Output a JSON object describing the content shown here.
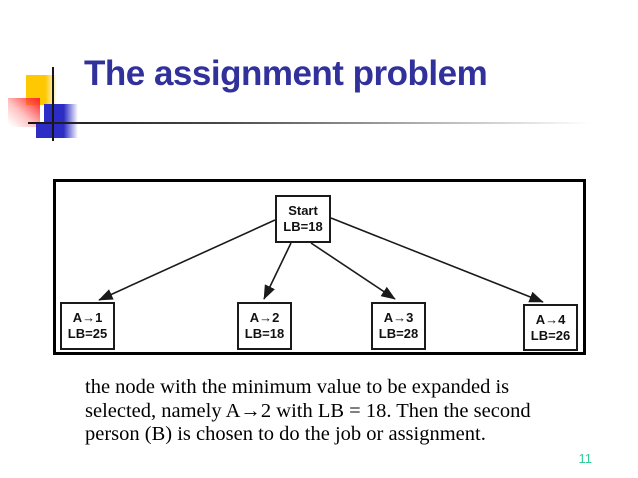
{
  "slide": {
    "title": "The assignment problem",
    "page_number": "11"
  },
  "diagram": {
    "root": {
      "name": "Start",
      "lb": "LB=18"
    },
    "children": [
      {
        "name": "A→1",
        "lb": "LB=25"
      },
      {
        "name": "A→2",
        "lb": "LB=18"
      },
      {
        "name": "A→3",
        "lb": "LB=28"
      },
      {
        "name": "A→4",
        "lb": "LB=26"
      }
    ]
  },
  "body": {
    "lines": [
      "the node with the minimum value to be expanded is",
      "selected, namely A→2 with LB = 18. Then the second",
      "person (B) is chosen to do the job or assignment."
    ]
  },
  "colors": {
    "title_blue": "#31319c",
    "page_number_green": "#33cc99",
    "accent_yellow": "#ffc800",
    "accent_red": "#ff2f2f",
    "accent_blue": "#2d2dc6",
    "diagram_ink": "#000000"
  }
}
